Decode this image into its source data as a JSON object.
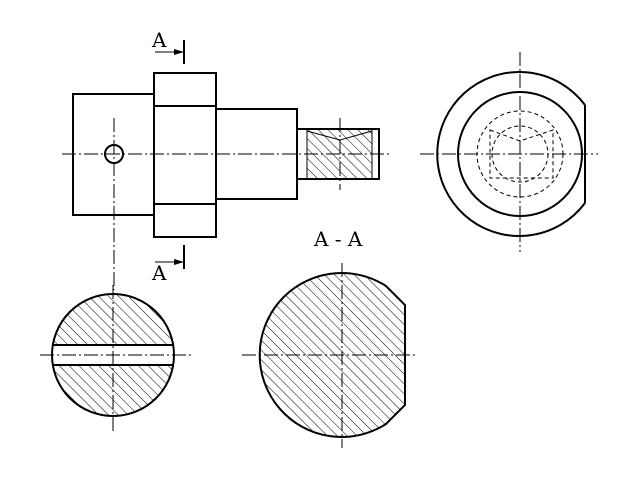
{
  "labels": {
    "section_top": "A",
    "section_bottom": "A",
    "section_title": "A - A"
  },
  "colors": {
    "line": "#000000",
    "background": "#ffffff"
  }
}
